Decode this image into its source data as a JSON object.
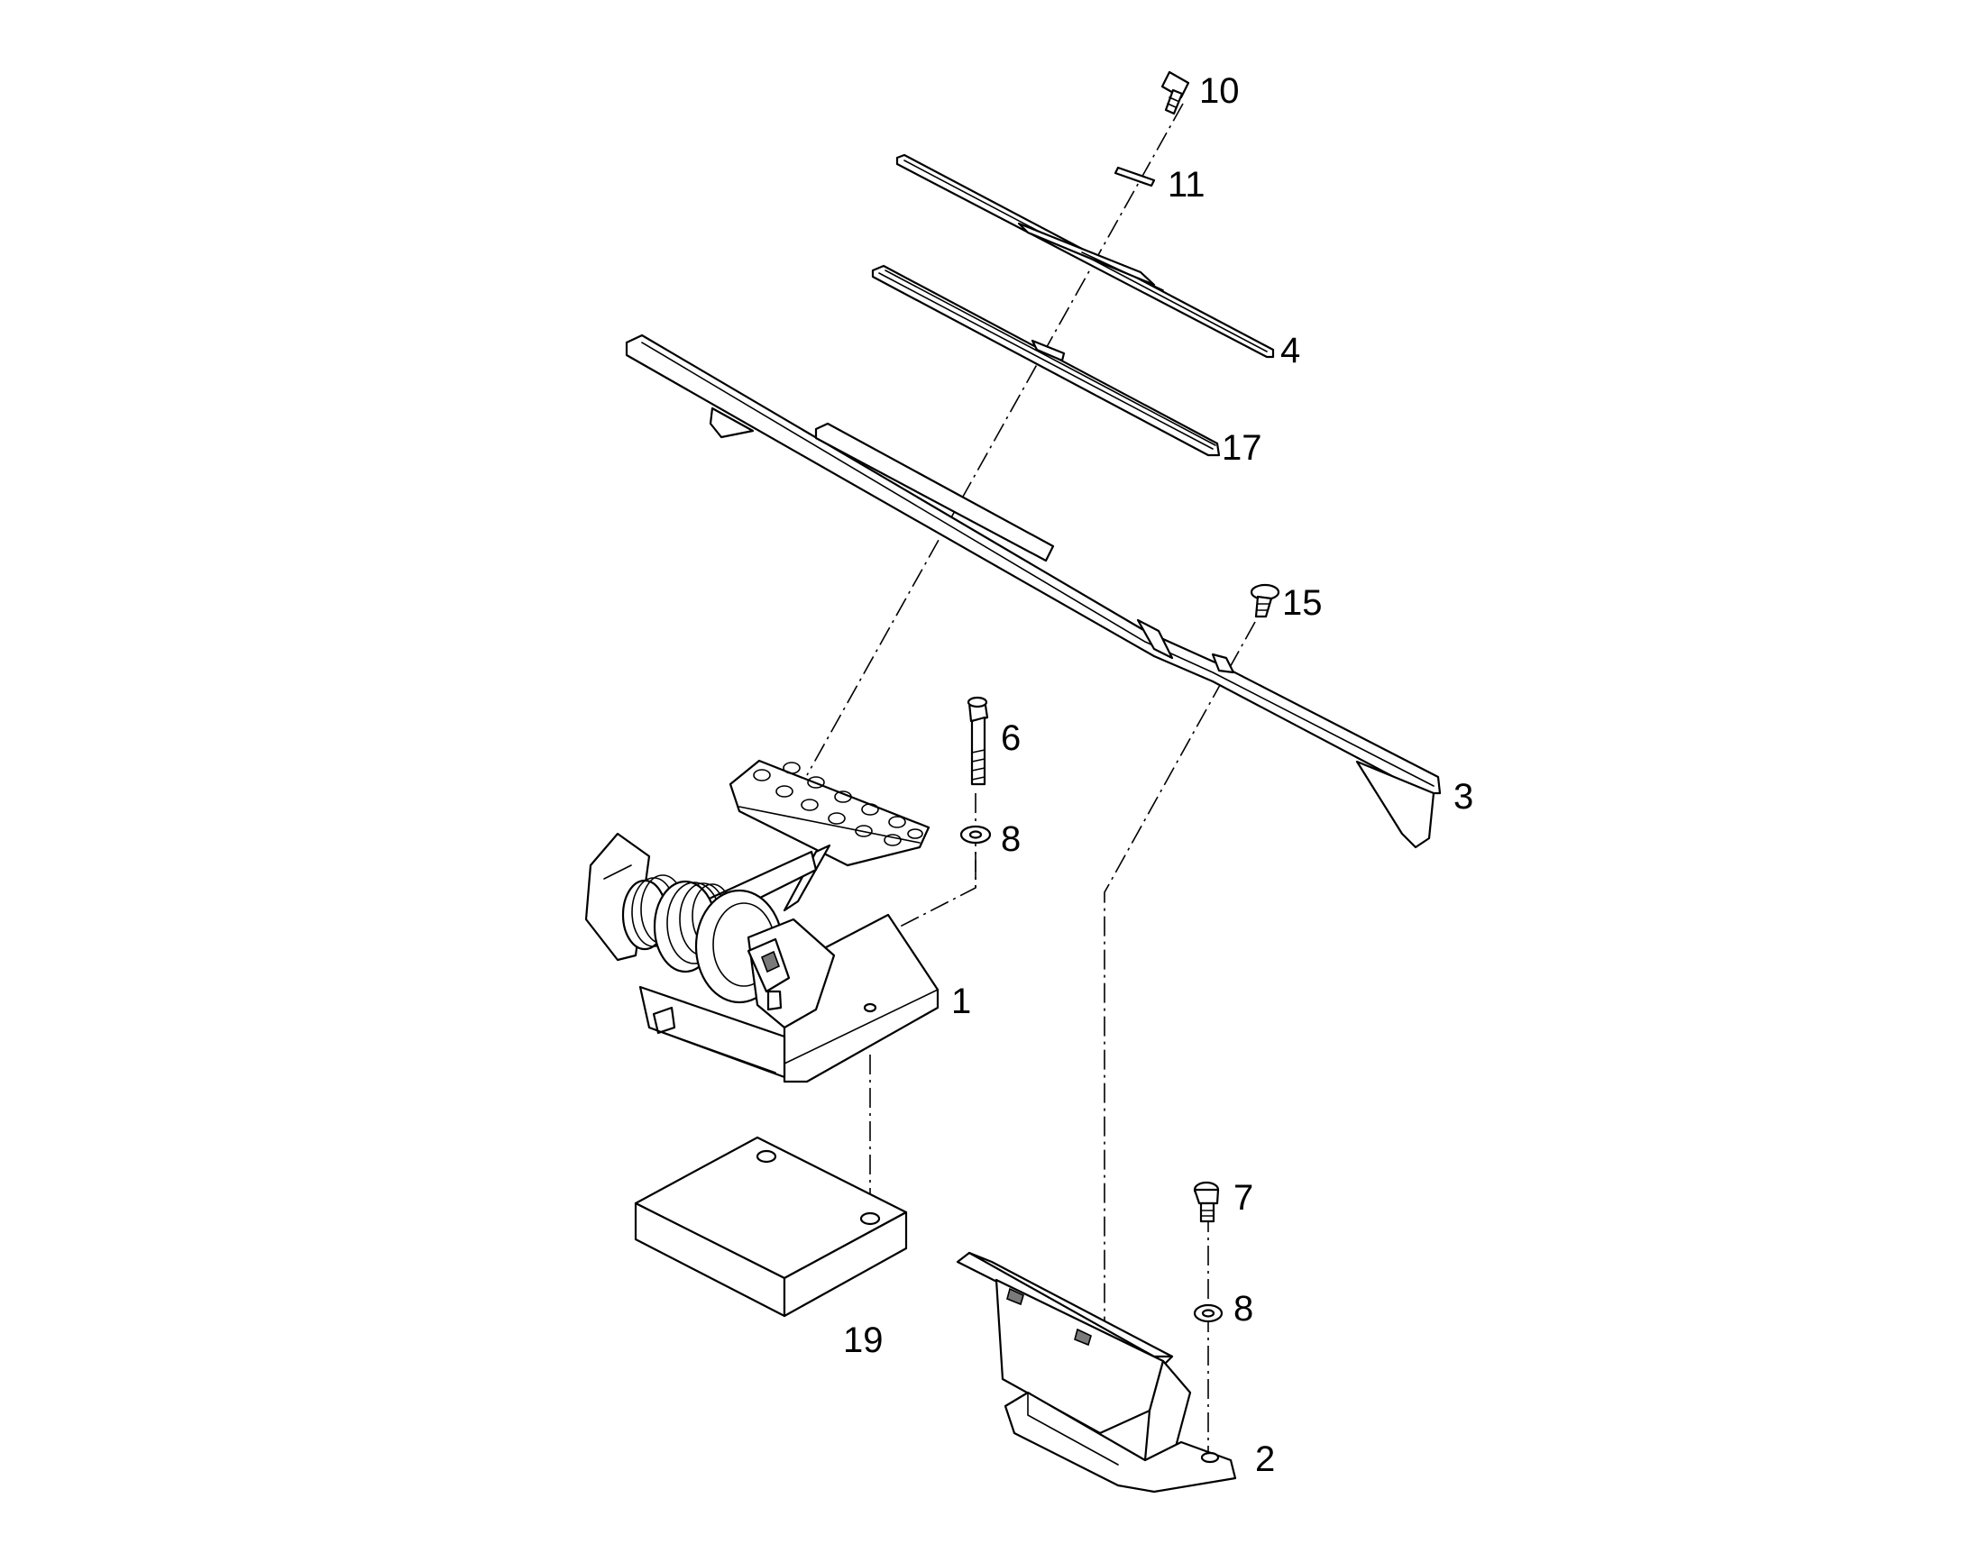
{
  "diagram": {
    "background": "#ffffff",
    "line_color": "#000000",
    "callouts": [
      {
        "id": "10",
        "label": "10"
      },
      {
        "id": "11",
        "label": "11"
      },
      {
        "id": "4",
        "label": "4"
      },
      {
        "id": "17",
        "label": "17"
      },
      {
        "id": "15",
        "label": "15"
      },
      {
        "id": "3",
        "label": "3"
      },
      {
        "id": "6",
        "label": "6"
      },
      {
        "id": "8a",
        "label": "8"
      },
      {
        "id": "1",
        "label": "1"
      },
      {
        "id": "7",
        "label": "7"
      },
      {
        "id": "8b",
        "label": "8"
      },
      {
        "id": "19",
        "label": "19"
      },
      {
        "id": "2",
        "label": "2"
      }
    ]
  }
}
